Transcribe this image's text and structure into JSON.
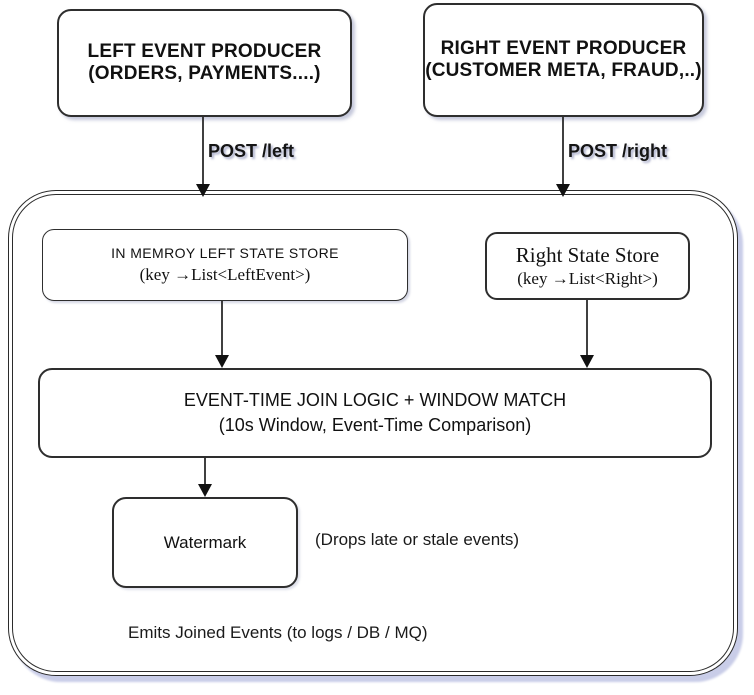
{
  "diagram": {
    "left_producer": {
      "line1": "LEFT EVENT PRODUCER",
      "line2": "(ORDERS, PAYMENTS....)"
    },
    "right_producer": {
      "line1": "RIGHT EVENT PRODUCER",
      "line2": "(CUSTOMER META, FRAUD,..)"
    },
    "post_left": "POST /left",
    "post_right": "POST /right",
    "left_store": {
      "line1": "IN MEMROY LEFT STATE STORE",
      "line2": "(key →List<LeftEvent>)"
    },
    "right_store": {
      "line1": "Right State Store",
      "line2": "(key →List<Right>)"
    },
    "join": {
      "line1": "EVENT-TIME JOIN LOGIC + WINDOW MATCH",
      "line2": "(10s Window, Event-Time Comparison)"
    },
    "watermark": {
      "label": "Watermark",
      "note": "(Drops late or stale events)"
    },
    "footer": "Emits Joined Events (to logs / DB / MQ)",
    "colors": {
      "stroke": "#2b2b2b",
      "text": "#111111",
      "container_shadow": "#c9cde8",
      "background": "#ffffff"
    }
  }
}
